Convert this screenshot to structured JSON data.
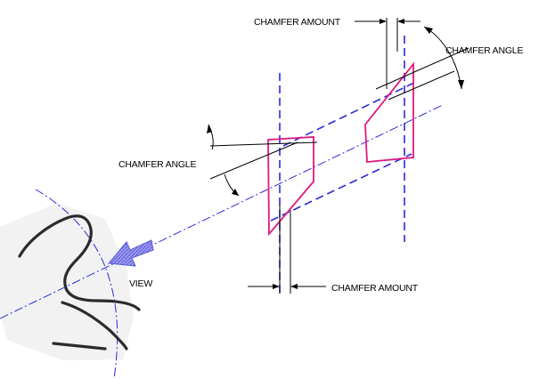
{
  "labels": {
    "chamfer_amount_top": "CHAMFER AMOUNT",
    "chamfer_angle_right": "CHAMFER ANGLE",
    "chamfer_angle_left": "CHAMFER ANGLE",
    "view": "VIEW",
    "chamfer_amount_bottom": "CHAMFER AMOUNT"
  },
  "colors": {
    "profile_outline": "#e0197e",
    "reference_lines": "#2a2ad8",
    "view_arrow": "#7b7be6",
    "text": "#000000"
  }
}
